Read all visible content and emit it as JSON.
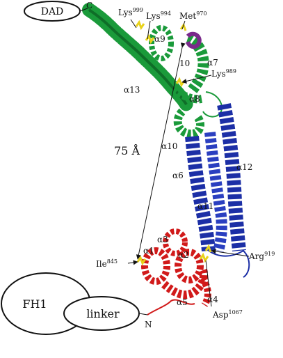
{
  "shapes": {
    "dad": "DAD",
    "fh1": "FH1",
    "linker": "linker"
  },
  "termini": {
    "c": "C",
    "n": "N"
  },
  "distance": "75 Å",
  "helices": {
    "a1": "α1",
    "a2": "α2",
    "a3": "α3",
    "a4": "α4",
    "a5": "α5",
    "a6": "α6",
    "a7": "α7",
    "a8": "α8",
    "a9": "α9",
    "a10": "α10",
    "a11": "α11",
    "a12": "α12",
    "a13": "α13",
    "a10_small": "10"
  },
  "residues": {
    "lys999": {
      "name": "Lys",
      "num": "999"
    },
    "lys994": {
      "name": "Lys",
      "num": "994"
    },
    "met970": {
      "name": "Met",
      "num": "970"
    },
    "lys989": {
      "name": "Lys",
      "num": "989"
    },
    "ile845": {
      "name": "Ile",
      "num": "845"
    },
    "arg919": {
      "name": "Arg",
      "num": "919"
    },
    "asp1067": {
      "name": "Asp",
      "num": "1067"
    }
  },
  "colors": {
    "green_domain": "#1a9a3a",
    "blue_domain": "#1c2fa6",
    "red_domain": "#d11a1a",
    "purple_loop": "#7a2a8a",
    "residue_yellow": "#e8d21a"
  }
}
